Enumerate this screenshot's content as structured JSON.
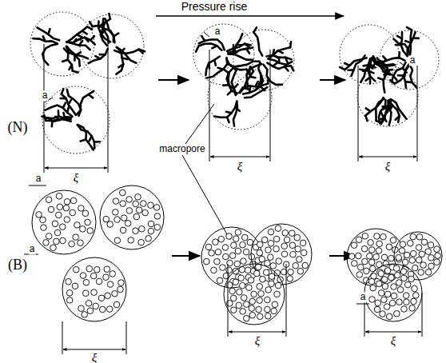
{
  "diagram": {
    "labels": [
      "Pressure rise",
      "(N)",
      "(B)",
      "a",
      "a",
      "a",
      "a",
      "a",
      "a",
      "ξ",
      "ξ",
      "ξ",
      "ξ",
      "ξ",
      "ξ",
      "macropore"
    ]
  }
}
